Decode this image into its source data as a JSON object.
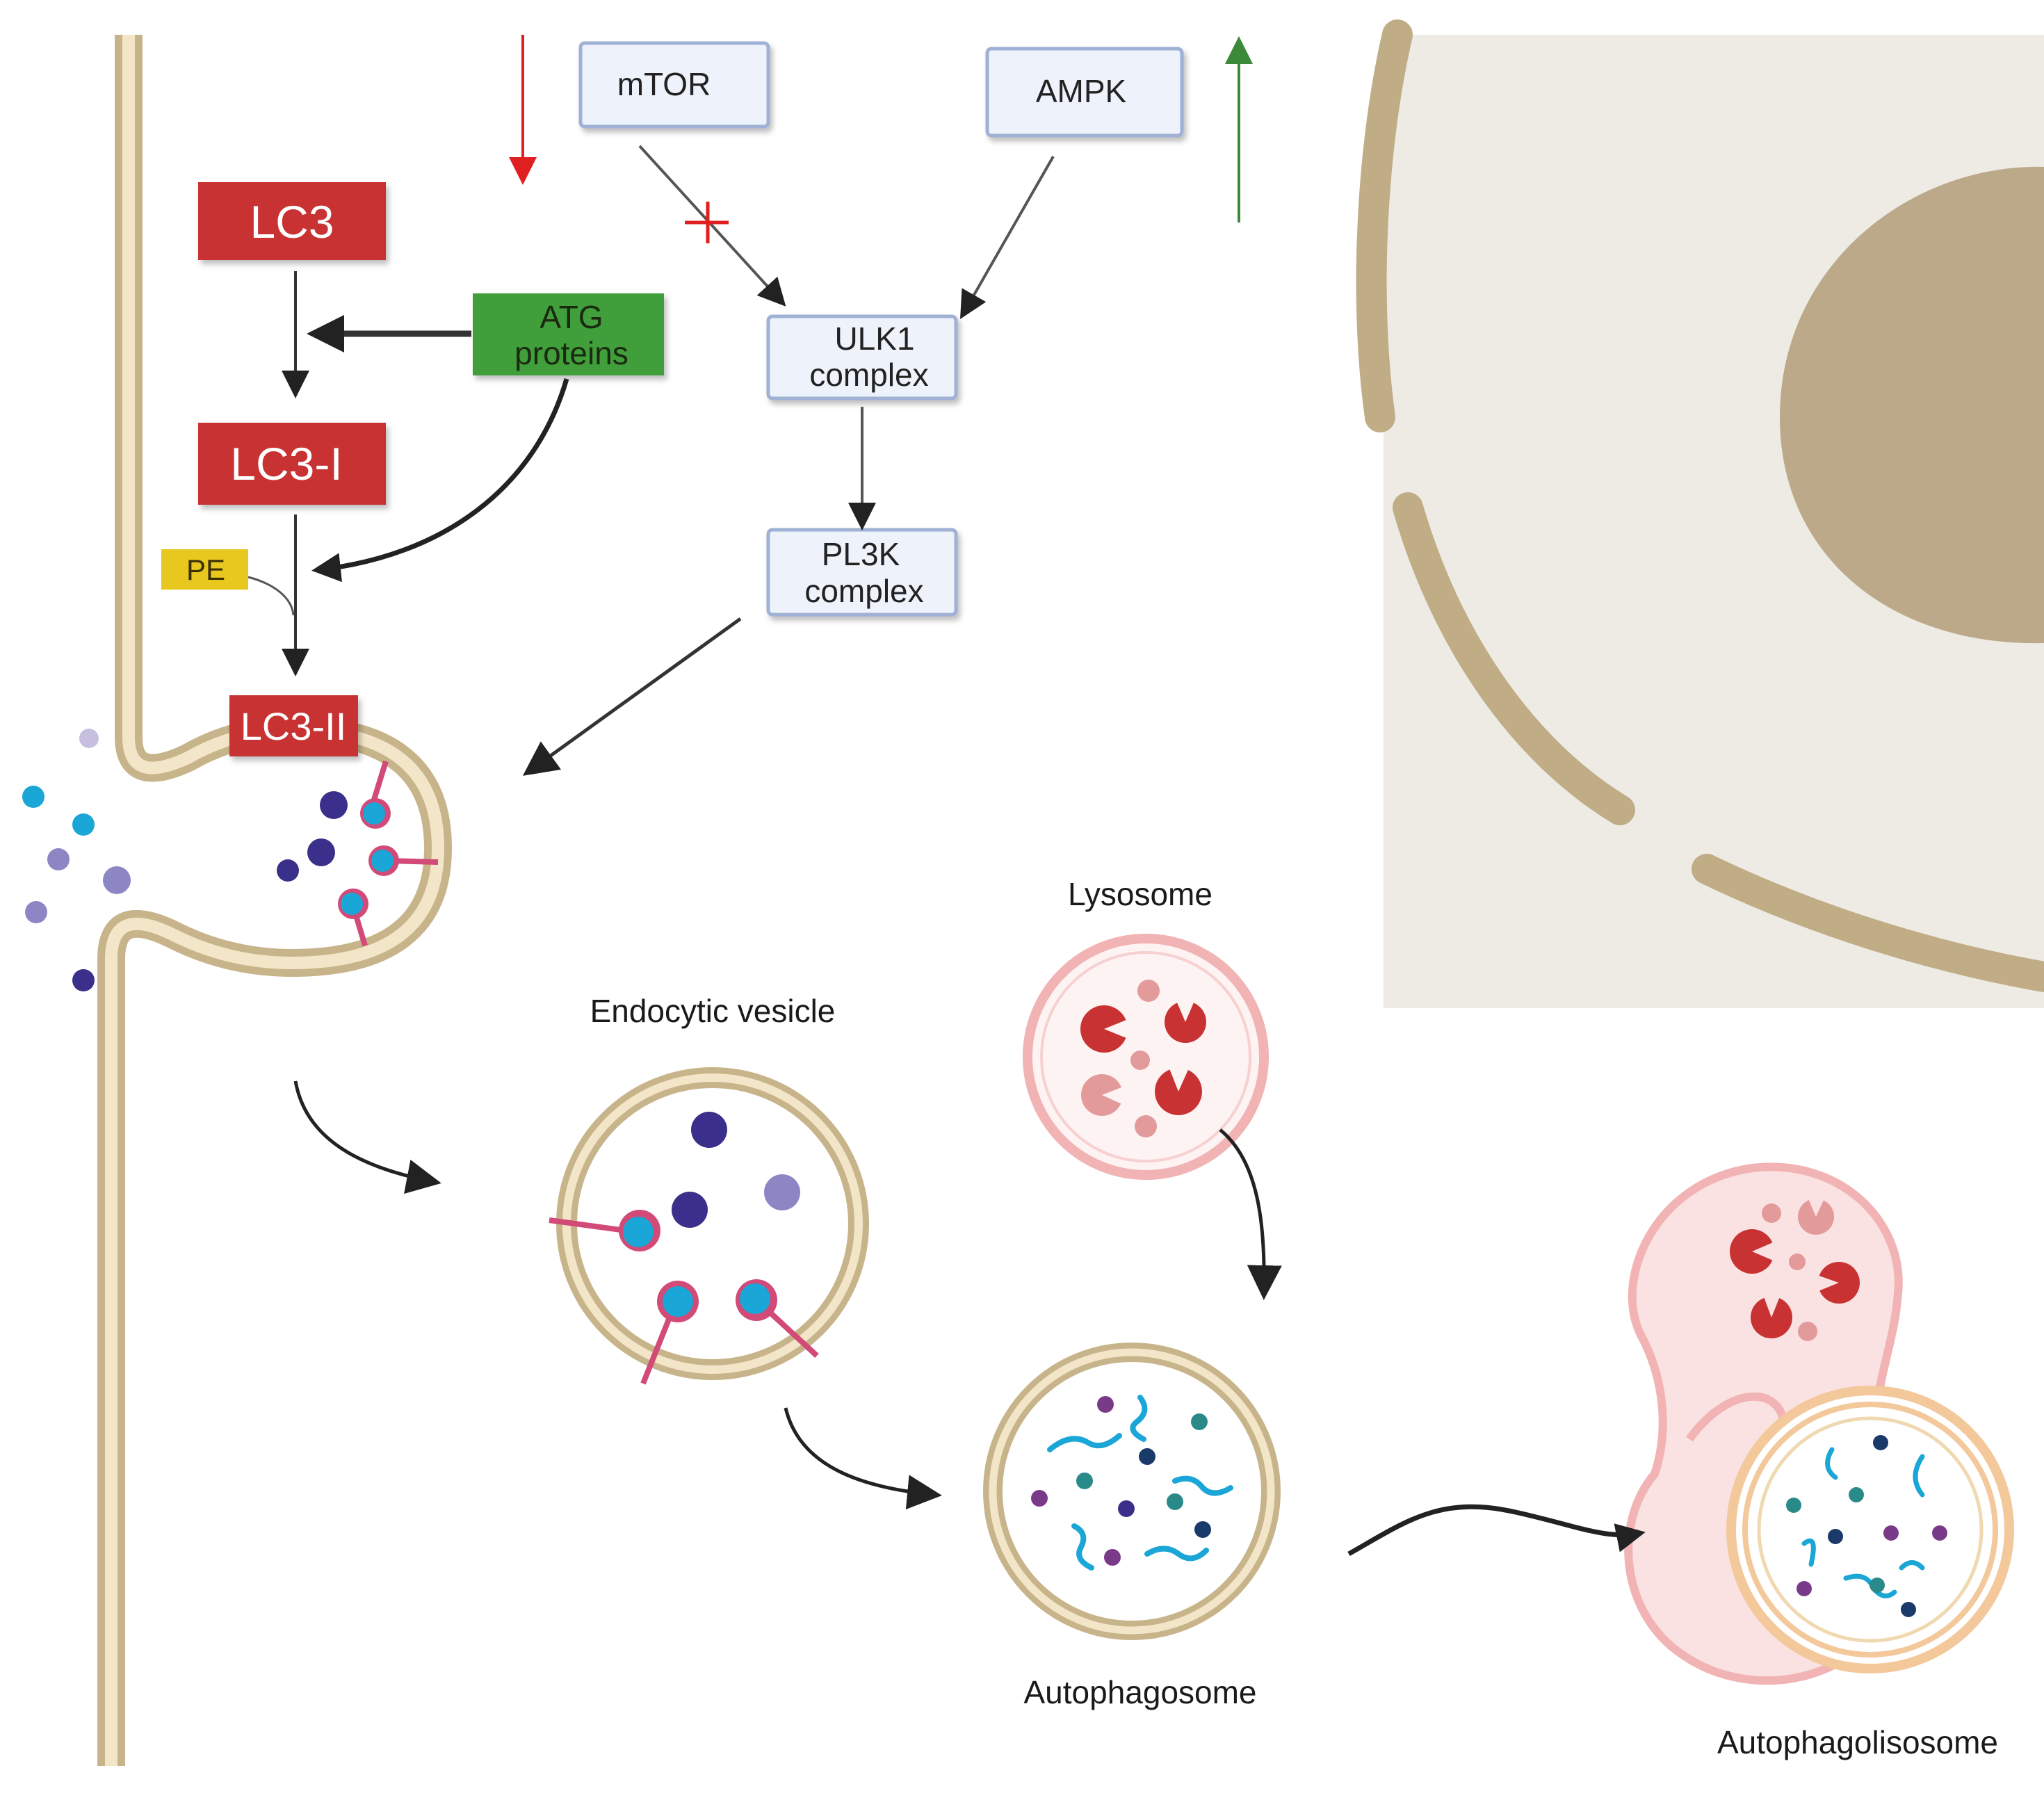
{
  "nodes": {
    "mtor": "mTOR",
    "ampk": "AMPK",
    "ulk1_line1": "ULK1",
    "ulk1_line2": "complex",
    "pl3k_line1": "PL3K",
    "pl3k_line2": "complex",
    "lc3": "LC3",
    "lc3_i": "LC3-I",
    "lc3_ii": "LC3-II",
    "atg_line1": "ATG",
    "atg_line2": "proteins",
    "pe": "PE"
  },
  "labels": {
    "endocytic_vesicle": "Endocytic vesicle",
    "lysosome": "Lysosome",
    "autophagosome": "Autophagosome",
    "autophagolisosome": "Autophagolisosome"
  },
  "colors": {
    "membrane": "#c8b48a",
    "membrane_fill": "#f3e6c8",
    "red_box": "#c83232",
    "green_box": "#3f9f3a",
    "yellow_box": "#e8c81e",
    "blue_box_fill": "#eef2fb",
    "blue_box_stroke": "#9fb1d4",
    "cell_bg": "#eeebe4",
    "nucleus": "#bba98a",
    "arrow": "#222222",
    "inhibit": "#e02020",
    "up_arrow": "#3a8a3a"
  },
  "icons": {
    "inhibition": "inhibition-cross-icon",
    "decrease": "down-arrow-icon",
    "increase": "up-arrow-icon"
  }
}
